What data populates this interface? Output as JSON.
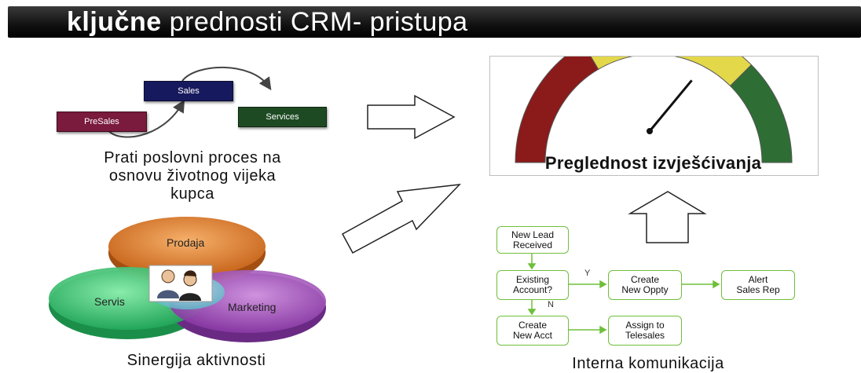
{
  "title": {
    "bold": "ključne",
    "rest": " prednosti CRM- pristupa"
  },
  "lifecycle": {
    "sales": "Sales",
    "presales": "PreSales",
    "services": "Services",
    "caption": [
      "Prati poslovni proces na",
      "osnovu životnog vijeka",
      "kupca"
    ]
  },
  "gauge": {
    "caption": "Preglednost izvješćivanja",
    "level": 0.72
  },
  "venn": {
    "prodaja": "Prodaja",
    "servis": "Servis",
    "marketing": "Marketing",
    "caption": "Sinergija aktivnosti"
  },
  "flow": {
    "new_lead": [
      "New Lead",
      "Received"
    ],
    "existing": [
      "Existing",
      "Account?"
    ],
    "create_oppty": [
      "Create",
      "New Oppty"
    ],
    "alert": [
      "Alert",
      "Sales Rep"
    ],
    "create_acct": [
      "Create",
      "New Acct"
    ],
    "assign": [
      "Assign to",
      "Telesales"
    ],
    "yes": "Y",
    "no": "N",
    "caption": "Interna komunikacija"
  },
  "colors": {
    "red": "#8b1a1a",
    "yellow": "#e3d84a",
    "green": "#2e6e34",
    "flow_green": "#6fbf3a"
  }
}
